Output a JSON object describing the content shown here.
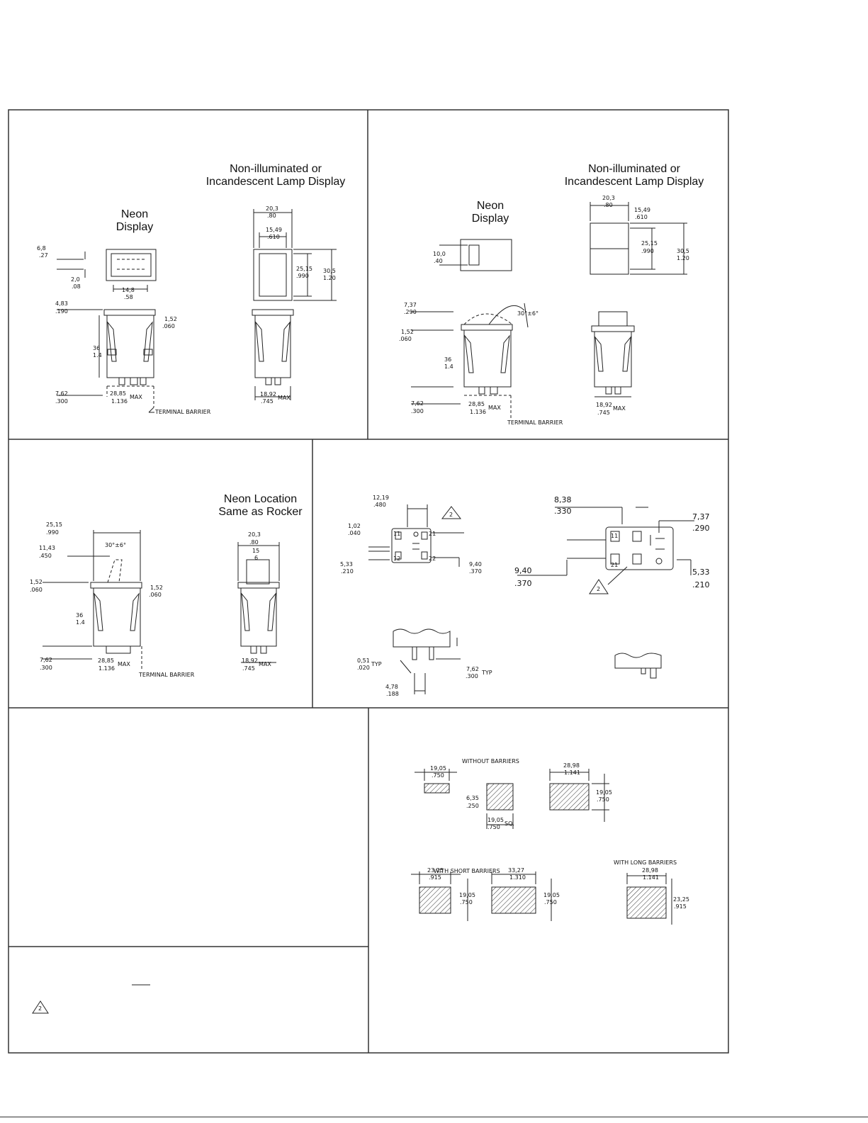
{
  "panels": {
    "p1": {
      "header_left": "Neon\nDisplay",
      "header_right": "Non-illuminated or\nIncandescent Lamp Display",
      "dims_left": [
        "6,8",
        ".27",
        "2,0",
        ".08",
        "14,8",
        ".58",
        "4,83",
        ".190",
        "1,52",
        ".060",
        "36",
        "1.4",
        "7,62",
        ".300",
        "28,85",
        "1.136",
        "MAX",
        "TERMINAL BARRIER"
      ],
      "dims_right": [
        "20,3",
        ".80",
        "15,49",
        ".610",
        "25,15",
        ".990",
        "30,5",
        "1.20",
        "18,92",
        ".745",
        "MAX"
      ]
    },
    "p2": {
      "header_left": "Neon\nDisplay",
      "header_right": "Non-illuminated or\nIncandescent Lamp Display",
      "dims_left": [
        "10,0",
        ".40",
        "7,37",
        ".290",
        "30°±6°",
        "1,52",
        ".060",
        "36",
        "1.4",
        "7,62",
        ".300",
        "28,85",
        "1.136",
        "MAX",
        "TERMINAL BARRIER"
      ],
      "dims_right": [
        "20,3",
        ".80",
        "15,49",
        ".610",
        "25,15",
        ".990",
        "30,5",
        "1.20",
        "18,92",
        ".745",
        "MAX"
      ]
    },
    "p3": {
      "header_right": "Neon Location\nSame as Rocker",
      "dims_left": [
        "25,15",
        ".990",
        "11,43",
        ".450",
        "30°±6°",
        "1,52",
        ".060",
        "1,52",
        ".060",
        "36",
        "1.4",
        "7,62",
        ".300",
        "28,85",
        "1.136",
        "MAX",
        "TERMINAL BARRIER"
      ],
      "dims_right": [
        "20,3",
        ".80",
        "15",
        "6",
        "18,92",
        ".745",
        "MAX"
      ]
    },
    "p4": {
      "dims_a": [
        "12,19",
        ".480",
        "1,02",
        ".040",
        "5,33",
        ".210",
        "9,40",
        ".370",
        "2"
      ],
      "pins_a": [
        "11",
        "21",
        "12",
        "22"
      ],
      "dims_b": [
        "8,38",
        ".330",
        "7,37",
        ".290",
        "9,40",
        ".370",
        "5,33",
        ".210",
        "2"
      ],
      "pins_b": [
        "11",
        "21"
      ],
      "dims_c": [
        "0,51",
        ".020",
        "TYP",
        "7,62",
        ".300",
        "TYP",
        "4,78",
        ".188"
      ]
    },
    "p6": {
      "without": "WITHOUT BARRIERS",
      "with_short": "WITH SHORT BARRIERS",
      "with_long": "WITH LONG BARRIERS",
      "dims": [
        "19,05",
        ".750",
        "6,35",
        ".250",
        "19,05",
        ".750",
        "SQ.",
        "28,98",
        "1.141",
        "19,05",
        ".750",
        "23,25",
        ".915",
        "19,05",
        ".750",
        "33,27",
        "1.310",
        "19,05",
        ".750",
        "28,98",
        "1.141",
        "23,25",
        ".915"
      ]
    },
    "p5b": {
      "note_symbol": "2"
    }
  }
}
